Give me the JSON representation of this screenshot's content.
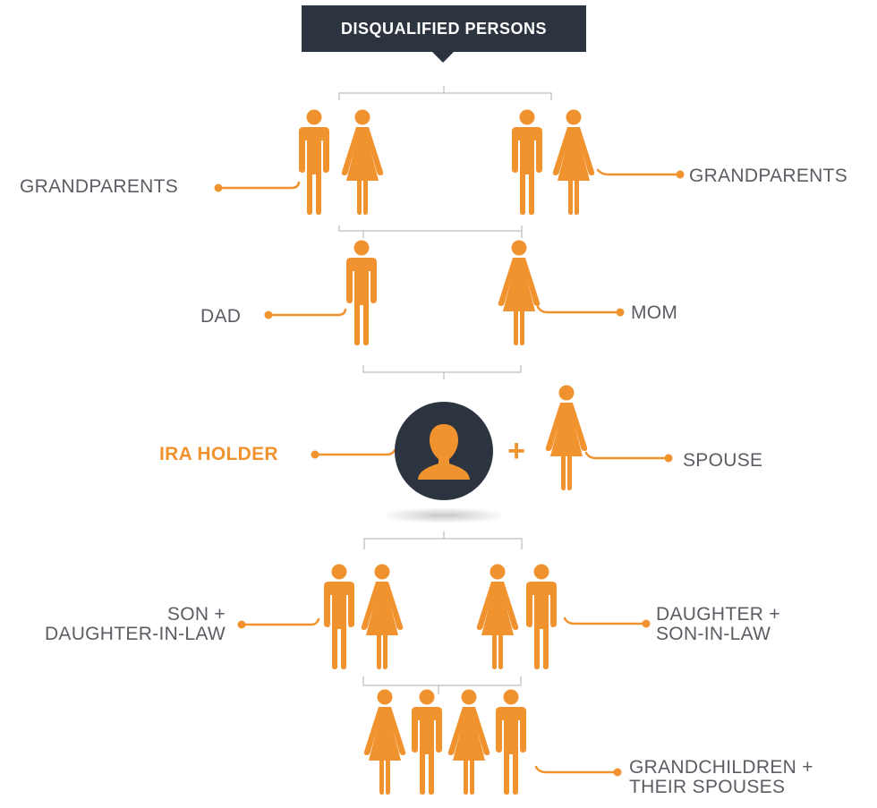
{
  "title": "DISQUALIFIED PERSONS",
  "labels": {
    "grandparents_left": "GRANDPARENTS",
    "grandparents_right": "GRANDPARENTS",
    "dad": "DAD",
    "mom": "MOM",
    "ira_holder": "IRA HOLDER",
    "spouse": "SPOUSE",
    "son_line1": "SON +",
    "son_line2": "DAUGHTER-IN-LAW",
    "daughter_line1": "DAUGHTER +",
    "daughter_line2": "SON-IN-LAW",
    "grandchildren_line1": "GRANDCHILDREN +",
    "grandchildren_line2": "THEIR SPOUSES"
  },
  "plus_sign": "+",
  "colors": {
    "accent": "#f0922e",
    "dark": "#2c3440",
    "text": "#5a5d63",
    "bracket": "#c8c8c8"
  },
  "icons": [
    "male-person-icon",
    "female-person-icon",
    "user-avatar-icon"
  ]
}
